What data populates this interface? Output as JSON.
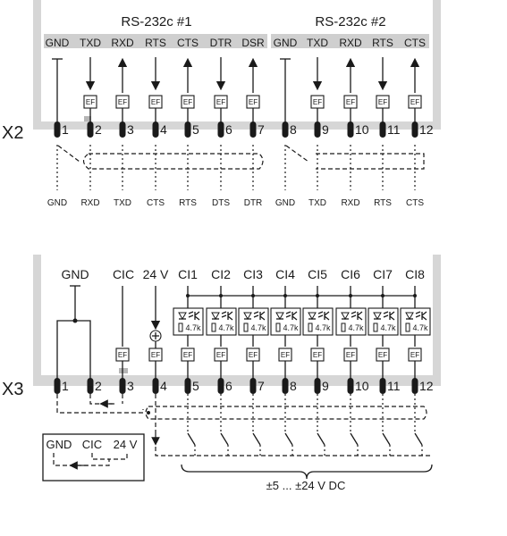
{
  "x2": {
    "label": "X2",
    "group1_title": "RS-232c #1",
    "group2_title": "RS-232c #2",
    "signals": [
      "GND",
      "TXD",
      "RXD",
      "RTS",
      "CTS",
      "DTR",
      "DSR",
      "GND",
      "TXD",
      "RXD",
      "RTS",
      "CTS"
    ],
    "pins": [
      "1",
      "2",
      "3",
      "4",
      "5",
      "6",
      "7",
      "8",
      "9",
      "10",
      "11",
      "12"
    ],
    "ef_label": "EF",
    "bottom_labels": [
      "GND",
      "RXD",
      "TXD",
      "CTS",
      "RTS",
      "DTS",
      "DTR",
      "GND",
      "TXD",
      "RXD",
      "RTS",
      "CTS"
    ]
  },
  "x3": {
    "label": "X3",
    "signals": [
      "GND",
      "CIC",
      "24 V",
      "CI1",
      "CI2",
      "CI3",
      "CI4",
      "CI5",
      "CI6",
      "CI7",
      "CI8"
    ],
    "pins": [
      "1",
      "2",
      "3",
      "4",
      "5",
      "6",
      "7",
      "8",
      "9",
      "10",
      "11",
      "12"
    ],
    "ef_label": "EF",
    "resistor_label": "4.7k",
    "voltage_label": "±5 ... ±24 V DC",
    "legend": {
      "gnd": "GND",
      "cic": "CIC",
      "v24": "24 V"
    }
  },
  "colors": {
    "panel": "#d6d6d6",
    "header": "#cfcfcf",
    "line": "#1a1a1a"
  }
}
